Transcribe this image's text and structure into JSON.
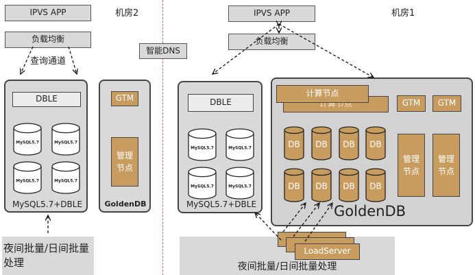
{
  "site2": {
    "label": "机房2",
    "app": "IPVS APP",
    "lb": "负载均衡",
    "query": "查询通道",
    "dble": "DBLE",
    "mysql": "MySQL5.7",
    "panel_caption": "MySQL5.7+DBLE",
    "gtm": "GTM",
    "mgmt": "管理\n节点",
    "golden_caption": "GoldenDB",
    "batch": "夜间批量/日间批量\n处理"
  },
  "dns": "智能DNS",
  "site1": {
    "label": "机房1",
    "app": "IPVS APP",
    "lb": "负载均衡",
    "dble": "DBLE",
    "mysql": "MySQL5.7",
    "panel_caption": "MySQL5.7+DBLE",
    "compute": "计算节点",
    "compute_back": "计算节点",
    "gtm": "GTM",
    "db": "DB",
    "mgmt": "管理\n节点",
    "golden_caption": "GoldenDB",
    "loadserver": "LoadServer",
    "batch": "夜间批量/日间批量处理"
  }
}
